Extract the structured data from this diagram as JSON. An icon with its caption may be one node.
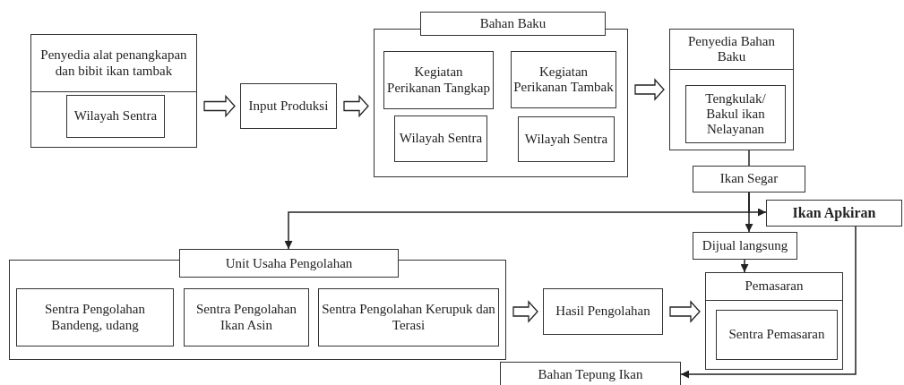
{
  "diagram": {
    "nodes": [
      {
        "text": [
          "Penyedia alat penangkapan dan bibit ikan tambak"
        ]
      },
      {
        "text": [
          "Wilayah Sentra"
        ],
        "in": 0
      },
      {
        "text": [
          "Input Produksi"
        ]
      },
      {
        "text": [
          "Bahan Baku"
        ]
      },
      {
        "text": [
          "Kegiatan Perikanan Tangkap"
        ],
        "in": 3
      },
      {
        "text": [
          "Kegiatan Perikanan Tambak"
        ],
        "in": 3
      },
      {
        "text": [
          "Wilayah Sentra"
        ],
        "in": 3
      },
      {
        "text": [
          "Wilayah Sentra"
        ],
        "in": 3
      },
      {
        "text": [
          "Penyedia Bahan Baku"
        ]
      },
      {
        "text": [
          "Tengkulak/ Bakul ikan Nelayanan"
        ],
        "in": 8
      },
      {
        "text": [
          "Ikan Segar"
        ]
      },
      {
        "text": [
          "Ikan Apkiran"
        ]
      },
      {
        "text": [
          "Dijual langsung"
        ]
      },
      {
        "text": [
          "Unit Usaha Pengolahan"
        ]
      },
      {
        "text": [
          "Sentra Pengolahan Bandeng, udang"
        ],
        "in": 13
      },
      {
        "text": [
          "Sentra Pengolahan Ikan Asin"
        ],
        "in": 13
      },
      {
        "text": [
          "Sentra Pengolahan Kerupuk dan Terasi"
        ],
        "in": 13
      },
      {
        "text": [
          "Hasil Pengolahan"
        ]
      },
      {
        "text": [
          "Pemasaran"
        ]
      },
      {
        "text": [
          "Sentra Pemasaran"
        ],
        "in": 18
      },
      {
        "text": [
          "Bahan Tepung Ikan"
        ]
      }
    ],
    "edges": [
      {
        "from": 0,
        "to": 2,
        "arrow": "to",
        "style": "thick"
      },
      {
        "from": 2,
        "to": 3,
        "arrow": "to",
        "style": "thick"
      },
      {
        "from": 3,
        "to": 8,
        "arrow": "to",
        "style": "thick"
      },
      {
        "from": 8,
        "to": 10,
        "arrow": "none"
      },
      {
        "from": 10,
        "to": 12,
        "arrow": "to"
      },
      {
        "from": 10,
        "to": 11,
        "arrow": "to"
      },
      {
        "from": 10,
        "to": 13,
        "arrow": "to"
      },
      {
        "from": 12,
        "to": 18,
        "arrow": "to"
      },
      {
        "from": 13,
        "to": 17,
        "arrow": "to",
        "style": "thick"
      },
      {
        "from": 17,
        "to": 18,
        "arrow": "to",
        "style": "thick"
      },
      {
        "from": 11,
        "to": 20,
        "arrow": "to"
      }
    ]
  }
}
